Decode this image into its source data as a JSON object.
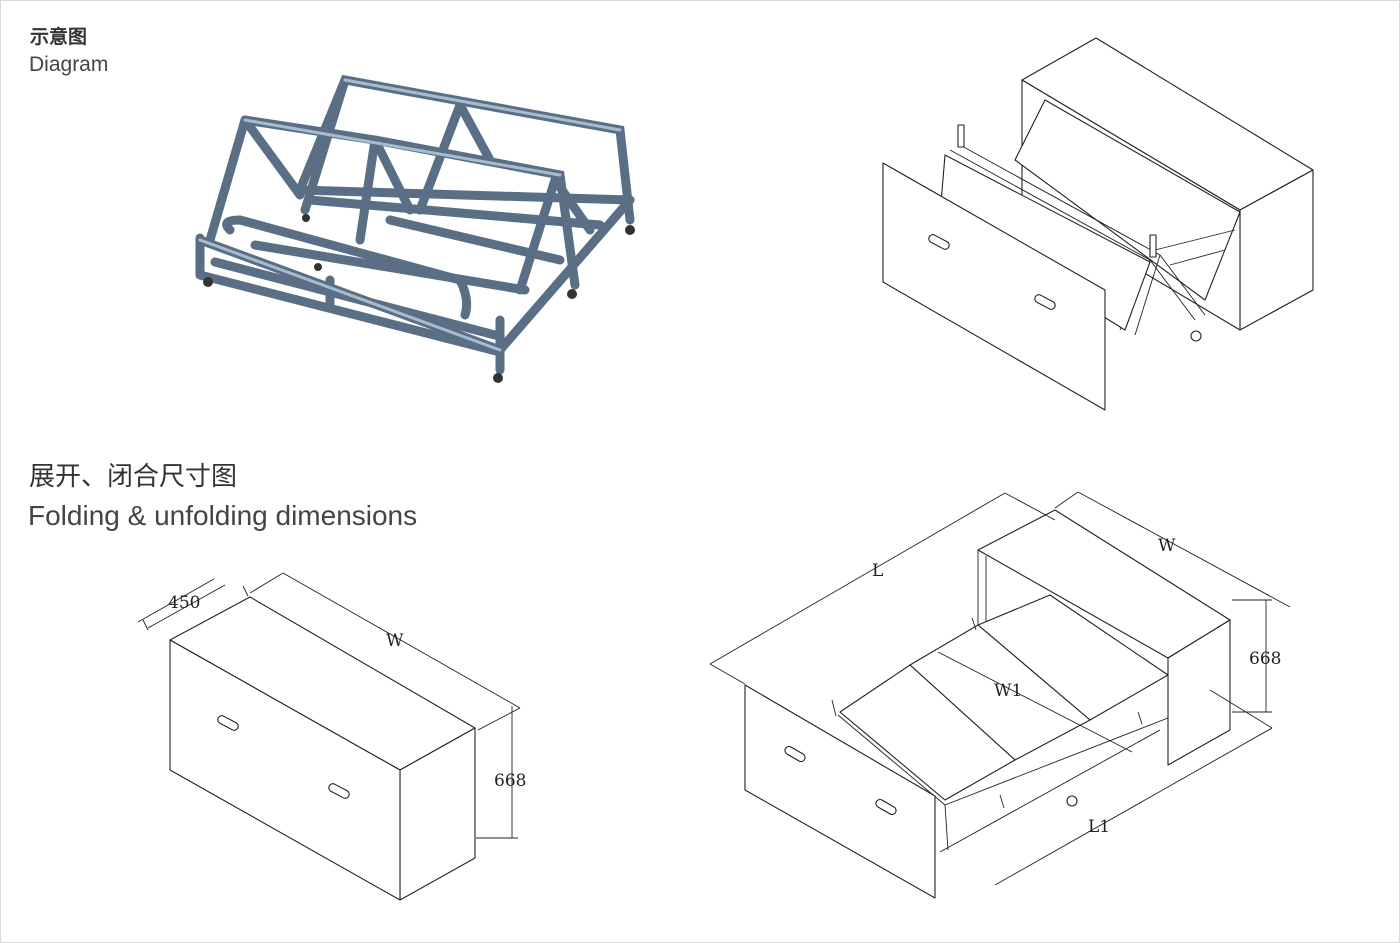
{
  "headings": {
    "diagram_zh": "示意图",
    "diagram_en": "Diagram",
    "dims_zh": "展开、闭合尺寸图",
    "dims_en": "Folding & unfolding dimensions"
  },
  "closed_view": {
    "depth_label": "450",
    "width_label": "W",
    "height_label": "668"
  },
  "open_view": {
    "length_label": "L",
    "width_label": "W",
    "height_label": "668",
    "inner_width_label": "W1",
    "inner_length_label": "L1"
  },
  "colors": {
    "frame_metal": "#5a6f86",
    "line": "#222222",
    "heading": "#333333"
  }
}
